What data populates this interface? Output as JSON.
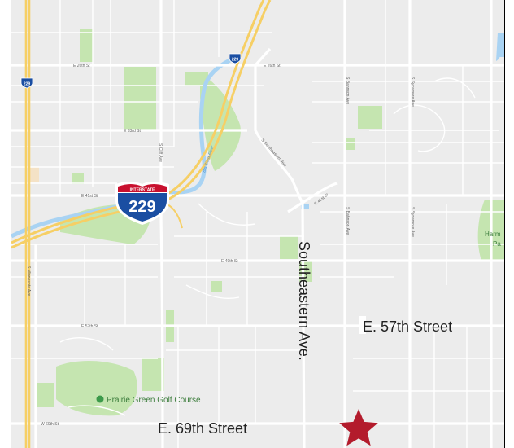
{
  "map": {
    "callouts": {
      "avenue": "Southeastern Ave.",
      "street_57": "E. 57th Street",
      "street_69": "E. 69th Street"
    },
    "street_labels": {
      "e26th_left": "E 26th St",
      "e26th_right": "E 26th St",
      "e33rd": "E 33rd St",
      "e41st": "E 41st St",
      "e41st_mid": "E 41st St",
      "e49th": "E 49th St",
      "e57th": "E 57th St",
      "w69th": "W 69th St",
      "cliff_ave": "S Cliff Ave",
      "southeastern_small": "S Southeastern Ave",
      "bahnson_n": "S Bahnson Ave",
      "bahnson_s": "S Bahnson Ave",
      "sycamore_n": "S Sycamore Ave",
      "sycamore_s": "S Sycamore Ave",
      "minnesota": "S Minnesota Ave",
      "big_sioux": "Big Sioux River"
    },
    "poi": {
      "golf_course": "Prairie Green Golf Course",
      "harmodon_1": "Harm",
      "harmodon_2": "Pa"
    },
    "shields": {
      "interstate_big_top": "INTERSTATE",
      "interstate_big_num": "229",
      "small_north": "229",
      "small_west": "229"
    },
    "colors": {
      "base": "#ececec",
      "road": "#ffffff",
      "highway": "#f6cf65",
      "river": "#a9d3f3",
      "park": "#c5e5b0",
      "marker": "#b31b2c",
      "shield_blue": "#1a4ea2",
      "shield_red": "#c8102e"
    },
    "marker_icon": "star-icon"
  }
}
